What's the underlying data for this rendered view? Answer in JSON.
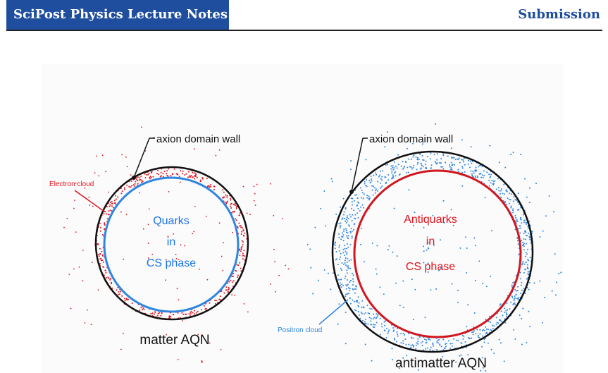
{
  "header": {
    "journal": "SciPost Physics Lecture Notes",
    "status": "Submission"
  },
  "figure": {
    "left_panel": {
      "wall_label": "axion domain wall",
      "cloud_label": "Electron cloud",
      "core_line1": "Quarks",
      "core_line2": "in",
      "core_line3": "CS phase",
      "caption": "matter AQN"
    },
    "right_panel": {
      "wall_label": "axion domain wall",
      "cloud_label": "Positron cloud",
      "core_line1": "Antiquarks",
      "core_line2": "in",
      "core_line3": "CS phase",
      "caption": "antimatter AQN"
    },
    "colors": {
      "electron": "#e0141e",
      "positron": "#2f86e0",
      "quark_text": "#1a73e8",
      "antiquark_text": "#e0141e",
      "wall": "#111111"
    }
  }
}
